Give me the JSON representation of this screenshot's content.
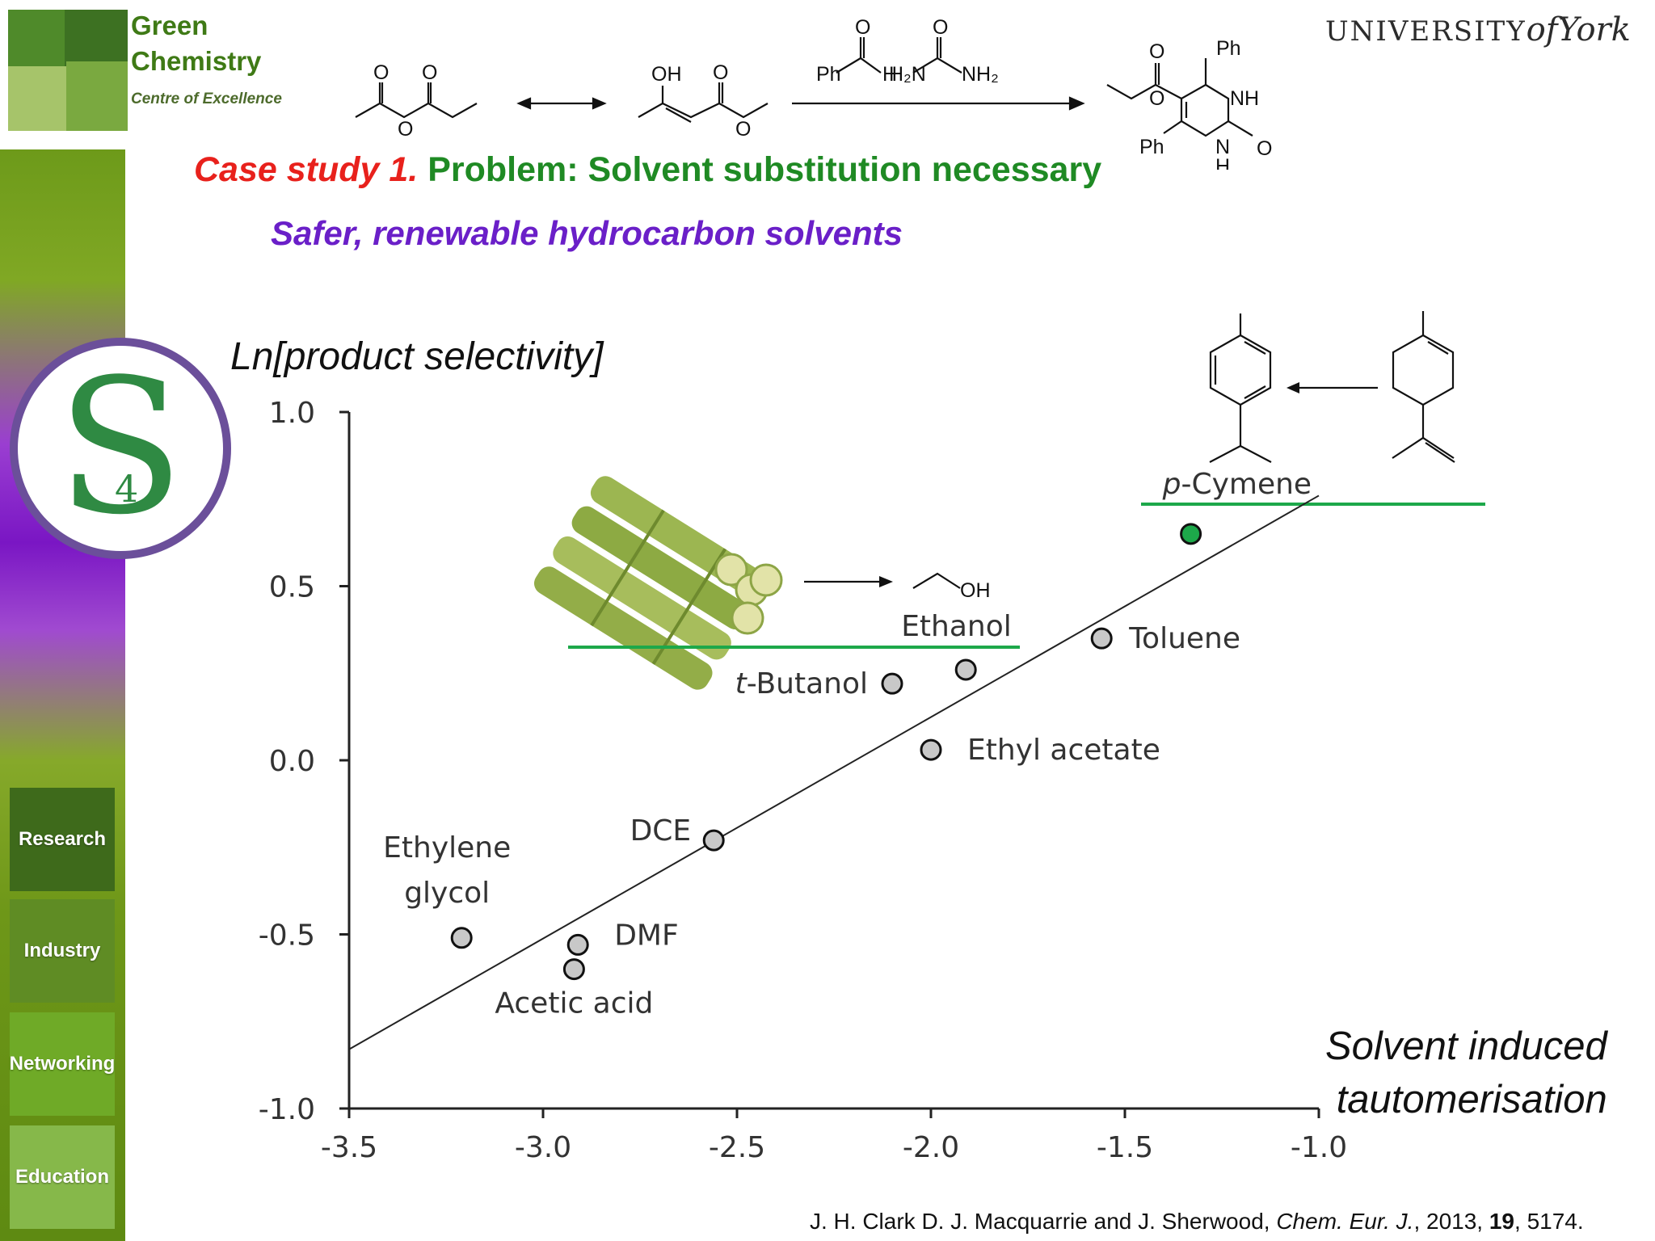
{
  "header": {
    "logo_line1": "Green",
    "logo_line2": "Chemistry",
    "logo_tagline": "Centre of Excellence",
    "university_a": "UNIVERSITY",
    "university_of": "of",
    "university_b": "York"
  },
  "reaction": {
    "labels": [
      "O",
      "O",
      "O",
      "OH",
      "O",
      "O",
      "O",
      "Ph",
      "H",
      "O",
      "H₂N",
      "NH₂",
      "O",
      "Ph",
      "O",
      "NH",
      "N",
      "H",
      "O",
      "Ph"
    ]
  },
  "title": {
    "case": "Case study 1.",
    "problem": "Problem: Solvent substitution necessary",
    "subtitle": "Safer, renewable hydrocarbon solvents"
  },
  "badge": {
    "letter": "S",
    "number": "4"
  },
  "sidebar": {
    "items": [
      {
        "label": "Research",
        "color": "#3e6a1b"
      },
      {
        "label": "Industry",
        "color": "#5f8c24"
      },
      {
        "label": "Networking",
        "color": "#6faa27"
      },
      {
        "label": "Education",
        "color": "#86b84a"
      }
    ]
  },
  "annotations": {
    "ethanol_oh": "OH"
  },
  "citation": {
    "authors": "J. H. Clark D. J. Macquarrie and J. Sherwood, ",
    "journal": "Chem. Eur. J.",
    "year": ", 2013, ",
    "volume": "19",
    "pages": ", 5174."
  },
  "chart_data": {
    "type": "scatter",
    "ylabel": "Ln[product selectivity]",
    "xlabel_line1": "Solvent induced",
    "xlabel_line2": "tautomerisation",
    "xlim": [
      -3.5,
      -1.0
    ],
    "ylim": [
      -1.0,
      1.0
    ],
    "x_ticks": [
      "-3.5",
      "-3.0",
      "-2.5",
      "-2.0",
      "-1.5",
      "-1.0"
    ],
    "y_ticks": [
      "1.0",
      "0.5",
      "0.0",
      "-0.5",
      "-1.0"
    ],
    "points": [
      {
        "name": "p-Cymene",
        "x": -1.33,
        "y": 0.65,
        "highlight": true
      },
      {
        "name": "Toluene",
        "x": -1.56,
        "y": 0.35,
        "highlight": false
      },
      {
        "name": "Ethanol",
        "x": -1.91,
        "y": 0.26,
        "highlight": false
      },
      {
        "name": "t-Butanol",
        "x": -2.1,
        "y": 0.22,
        "highlight": false
      },
      {
        "name": "Ethyl acetate",
        "x": -2.0,
        "y": 0.03,
        "highlight": false
      },
      {
        "name": "DCE",
        "x": -2.56,
        "y": -0.23,
        "highlight": false
      },
      {
        "name": "Ethylene glycol",
        "x": -3.21,
        "y": -0.51,
        "highlight": false
      },
      {
        "name": "DMF",
        "x": -2.91,
        "y": -0.53,
        "highlight": false
      },
      {
        "name": "Acetic acid",
        "x": -2.92,
        "y": -0.6,
        "highlight": false
      }
    ],
    "trendline": {
      "x": [
        -3.5,
        -1.0
      ],
      "y": [
        -0.83,
        0.76
      ]
    },
    "point_color": "#c8c8c8",
    "highlight_color": "#1da84a",
    "grid": false
  }
}
